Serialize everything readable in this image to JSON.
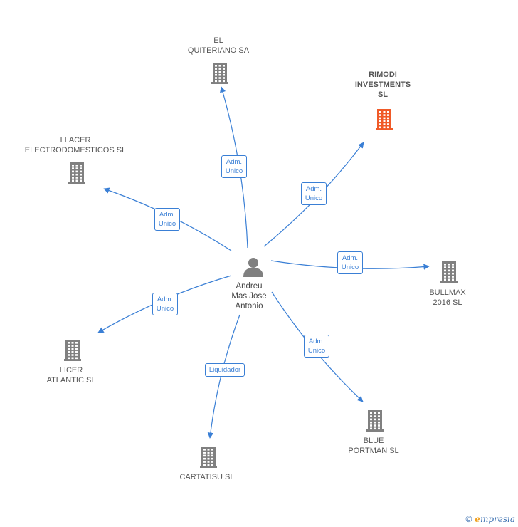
{
  "center": {
    "label": "Andreu\nMas Jose\nAntonio",
    "icon": "person-icon"
  },
  "companies": [
    {
      "id": "el-quiteriano",
      "label": "EL\nQUITERIANO SA",
      "color": "#808080",
      "icon": "building-icon"
    },
    {
      "id": "rimodi",
      "label": "RIMODI\nINVESTMENTS\nSL",
      "color": "#f05a28",
      "icon": "building-icon",
      "highlight": true
    },
    {
      "id": "llacer",
      "label": "LLACER\nELECTRODOMESTICOS SL",
      "color": "#808080",
      "icon": "building-icon"
    },
    {
      "id": "bullmax",
      "label": "BULLMAX\n2016  SL",
      "color": "#808080",
      "icon": "building-icon"
    },
    {
      "id": "licer",
      "label": "LICER\nATLANTIC  SL",
      "color": "#808080",
      "icon": "building-icon"
    },
    {
      "id": "blue-portman",
      "label": "BLUE\nPORTMAN  SL",
      "color": "#808080",
      "icon": "building-icon"
    },
    {
      "id": "cartatisu",
      "label": "CARTATISU  SL",
      "color": "#808080",
      "icon": "building-icon"
    }
  ],
  "edges": [
    {
      "to": "el-quiteriano",
      "label": "Adm.\nUnico"
    },
    {
      "to": "rimodi",
      "label": "Adm.\nUnico"
    },
    {
      "to": "llacer",
      "label": "Adm.\nUnico"
    },
    {
      "to": "bullmax",
      "label": "Adm.\nUnico"
    },
    {
      "to": "licer",
      "label": "Adm.\nUnico"
    },
    {
      "to": "blue-portman",
      "label": "Adm.\nUnico"
    },
    {
      "to": "cartatisu",
      "label": "Liquidador"
    }
  ],
  "colors": {
    "edge": "#3a7fd5",
    "person": "#808080"
  },
  "footer": {
    "copyright_symbol": "©",
    "brand_initial": "e",
    "brand_rest": "mpresia"
  }
}
